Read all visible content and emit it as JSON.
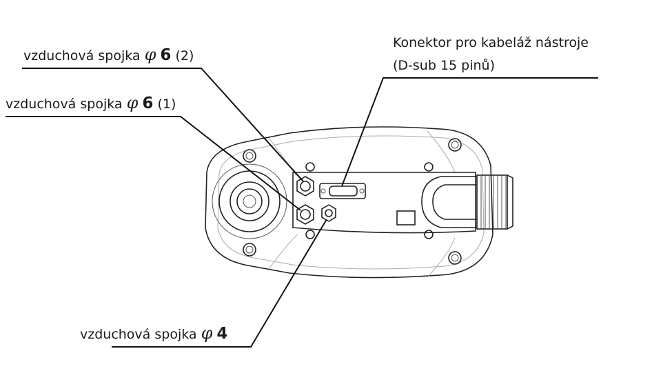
{
  "labels": {
    "air6_2": {
      "text": "vzduchová spojka ",
      "phi": "φ",
      "num": "6",
      "suffix": " (2)"
    },
    "air6_1": {
      "text": "vzduchová spojka ",
      "phi": "φ",
      "num": "6",
      "suffix": " (1)"
    },
    "air4": {
      "text": "vzduchová spojka ",
      "phi": "φ",
      "num": "4",
      "suffix": ""
    },
    "connector_line1": "Konektor pro kabeláž nástroje",
    "connector_line2": "(D-sub 15 pinů)"
  }
}
